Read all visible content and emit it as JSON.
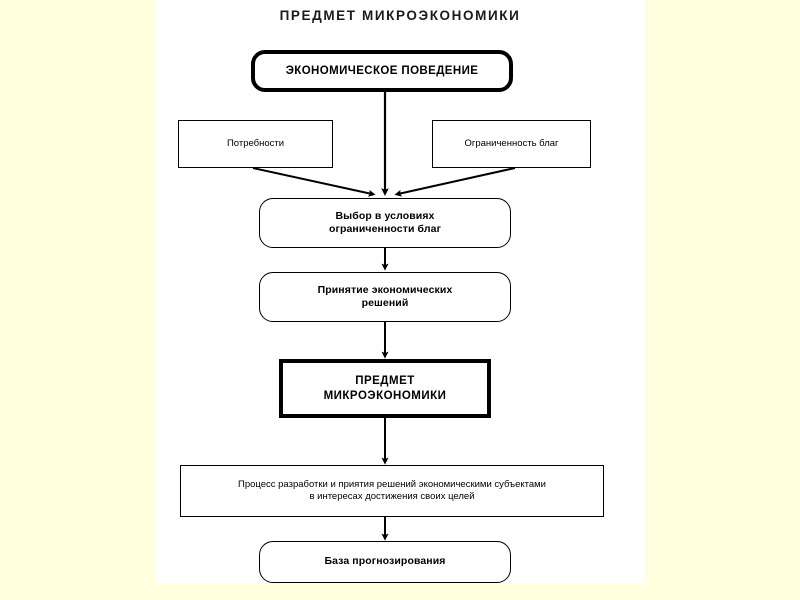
{
  "slide": {
    "title": "ПРЕДМЕТ  МИКРОЭКОНОМИКИ",
    "background_color": "#ffffdd",
    "canvas_color": "#ffffff",
    "line_color": "#000000"
  },
  "diagram": {
    "type": "flowchart",
    "orientation": "top-to-bottom",
    "nodes": [
      {
        "id": "behavior",
        "label_line1": "ЭКОНОМИЧЕСКОЕ ПОВЕДЕНИЕ",
        "label_line2": "",
        "shape": "rounded-rectangle",
        "border": "thick",
        "emphasis": "high"
      },
      {
        "id": "needs",
        "label_line1": "Потребности",
        "label_line2": "",
        "shape": "rectangle",
        "border": "thin",
        "emphasis": "normal"
      },
      {
        "id": "scarcity",
        "label_line1": "Ограниченность благ",
        "label_line2": "",
        "shape": "rectangle",
        "border": "thin",
        "emphasis": "normal"
      },
      {
        "id": "choice",
        "label_line1": "Выбор в условиях",
        "label_line2": "ограниченности благ",
        "shape": "rounded-rectangle",
        "border": "thin",
        "emphasis": "normal"
      },
      {
        "id": "decisions",
        "label_line1": "Принятие экономических",
        "label_line2": "решений",
        "shape": "rounded-rectangle",
        "border": "thin",
        "emphasis": "normal"
      },
      {
        "id": "subject",
        "label_line1": "ПРЕДМЕТ",
        "label_line2": "МИКРОЭКОНОМИКИ",
        "shape": "rectangle",
        "border": "thick",
        "emphasis": "high"
      },
      {
        "id": "process",
        "label_line1": "Процесс разработки и приятия решений экономическими субъектами",
        "label_line2": "в интересах достижения своих целей",
        "shape": "rectangle",
        "border": "thin",
        "emphasis": "normal"
      },
      {
        "id": "forecast",
        "label_line1": "База прогнозирования",
        "label_line2": "",
        "shape": "rounded-rectangle",
        "border": "thin",
        "emphasis": "normal"
      }
    ],
    "edges": [
      {
        "from": "behavior",
        "to": "choice",
        "style": "straight-vertical-arrow"
      },
      {
        "from": "needs",
        "to": "choice",
        "style": "diagonal-arrow"
      },
      {
        "from": "scarcity",
        "to": "choice",
        "style": "diagonal-arrow"
      },
      {
        "from": "choice",
        "to": "decisions",
        "style": "straight-vertical-arrow"
      },
      {
        "from": "decisions",
        "to": "subject",
        "style": "straight-vertical-arrow"
      },
      {
        "from": "subject",
        "to": "process",
        "style": "straight-vertical-arrow"
      },
      {
        "from": "process",
        "to": "forecast",
        "style": "straight-vertical-arrow"
      }
    ]
  }
}
